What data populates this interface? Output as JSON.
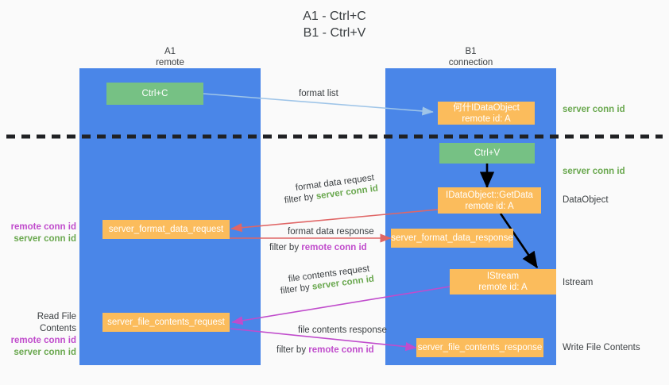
{
  "title": {
    "line1": "A1 - Ctrl+C",
    "line2": "B1 - Ctrl+V"
  },
  "lanes": [
    {
      "id": "a1",
      "name": "A1",
      "subtitle": "remote"
    },
    {
      "id": "b1",
      "name": "B1",
      "subtitle": "connection"
    }
  ],
  "nodes": {
    "ctrl_c": {
      "label": "Ctrl+C"
    },
    "ctrl_v": {
      "label": "Ctrl+V"
    },
    "idataobject": {
      "label": "何什IDataObject",
      "sub": "remote id: A"
    },
    "getdata": {
      "label": "IDataObject::GetData",
      "sub": "remote id: A"
    },
    "istream": {
      "label": "IStream",
      "sub": "remote id: A"
    },
    "server_format_data_request": {
      "label": "server_format_data_request"
    },
    "server_format_data_response": {
      "label": "server_format_data_response"
    },
    "server_file_contents_request": {
      "label": "server_file_contents_request"
    },
    "server_file_contents_response": {
      "label": "server_file_contents_response"
    }
  },
  "right_labels": {
    "server_conn_id_1": "server conn id",
    "server_conn_id_2": "server conn id",
    "dataobject": "DataObject",
    "istream": "Istream",
    "write_file_contents": "Write File Contents"
  },
  "left_labels": {
    "remote_conn_id_1": "remote conn id",
    "server_conn_id_1": "server conn id",
    "read_file_contents": "Read File Contents",
    "remote_conn_id_2": "remote conn id",
    "server_conn_id_2": "server conn id"
  },
  "annotations": {
    "format_list": "format list",
    "format_data_request": "format data request",
    "format_data_request_filter_prefix": "filter by ",
    "format_data_request_filter_value": "server conn id",
    "format_data_response": "format data response",
    "format_data_response_filter_prefix": "filter by ",
    "format_data_response_filter_value": "remote conn id",
    "file_contents_request": "file contents request",
    "file_contents_request_filter_prefix": "filter by ",
    "file_contents_request_filter_value": "server conn id",
    "file_contents_response": "file contents response",
    "file_contents_response_filter_prefix": "filter by ",
    "file_contents_response_filter_value": "remote conn id"
  },
  "colors": {
    "lane": "#4a86e8",
    "green_box": "#76c184",
    "orange_box": "#fbbc5c",
    "server_conn_id": "#6aa84f",
    "remote_conn_id": "#c04ccc",
    "arrow_blue": "#9fc5e8",
    "arrow_red": "#e06666",
    "arrow_magenta": "#c04ccc",
    "arrow_black": "#000000",
    "divider": "#202124",
    "background": "#fafafa"
  }
}
